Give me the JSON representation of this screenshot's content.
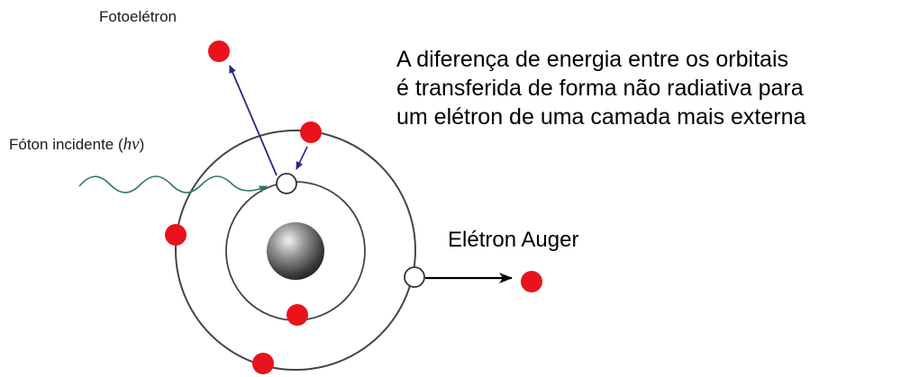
{
  "labels": {
    "photoelectron": "Fotoelétron",
    "incident_photon": "Fóton incidente (",
    "incident_photon_symbol": "hν",
    "incident_photon_close": ")",
    "auger_electron": "Elétron Auger"
  },
  "note": {
    "lines": [
      "A diferença de energia entre os orbitais",
      "é transferida de forma não radiativa para",
      "um elétron de uma camada mais externa"
    ]
  },
  "colors": {
    "electron": "#e8131b",
    "vacancy": "#ffffff",
    "orbit": "#444444",
    "photon_wave": "#2f7a56",
    "photoelectron_arrow": "#26268a",
    "auger_arrow": "#000000"
  }
}
